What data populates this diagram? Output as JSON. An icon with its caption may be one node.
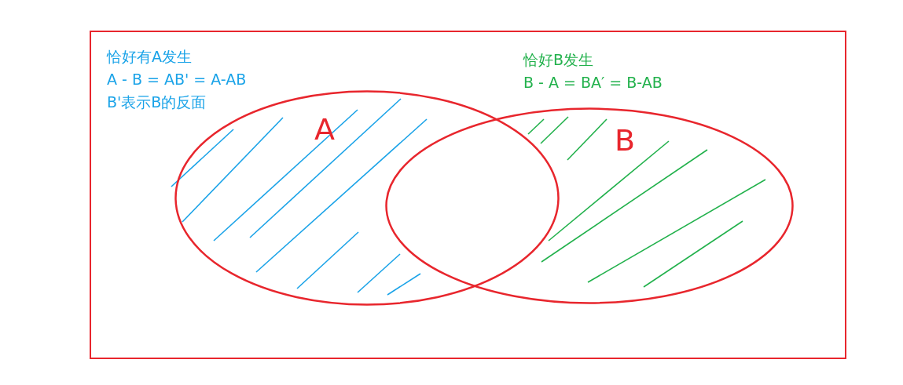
{
  "diagram": {
    "nodes": [
      {
        "text": [],
        "shape": "box"
      },
      {
        "text": [
          "A"
        ],
        "in": 0
      },
      {
        "text": [
          "B"
        ],
        "in": 0
      }
    ],
    "edges": [],
    "labels": [
      "恰好有A发生",
      "A - B = AB' = A-AB",
      "B'表示B的反面",
      "恰好B发生",
      "B - A = BA′ = B-AB"
    ]
  }
}
